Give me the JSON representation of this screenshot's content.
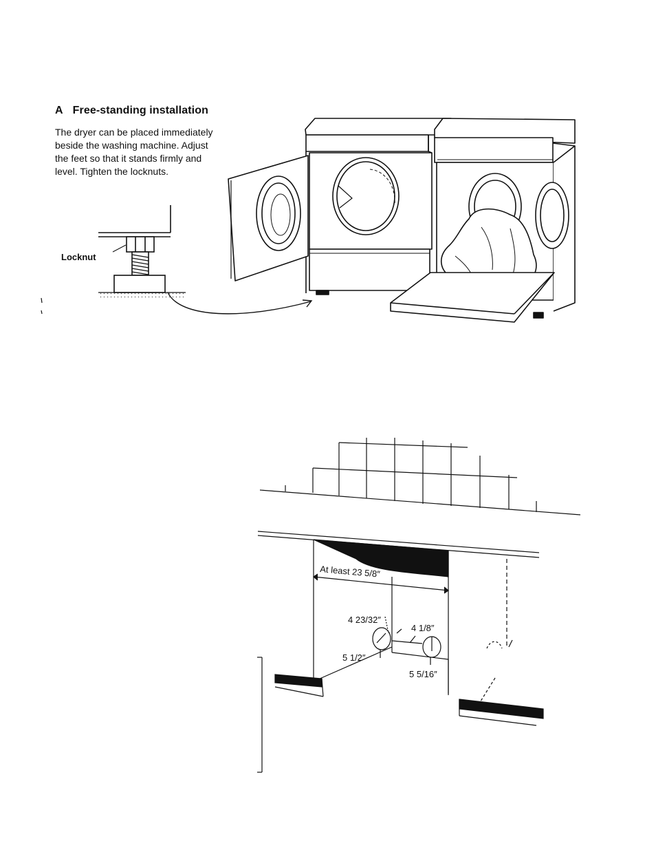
{
  "section": {
    "letter": "A",
    "title": "Free-standing installation",
    "lines": [
      "The dryer can be placed immediately",
      "beside the washing machine. Adjust",
      "the feet so that it stands firmly and",
      "level. Tighten the locknuts."
    ]
  },
  "figure1": {
    "locknut_label": "Locknut"
  },
  "figure2": {
    "width_label": "At least 23 5/8″",
    "dim_a": "4 23/32″",
    "dim_b": "4 1/8″",
    "dim_c": "5 1/2″",
    "dim_d": "5 5/16″"
  }
}
